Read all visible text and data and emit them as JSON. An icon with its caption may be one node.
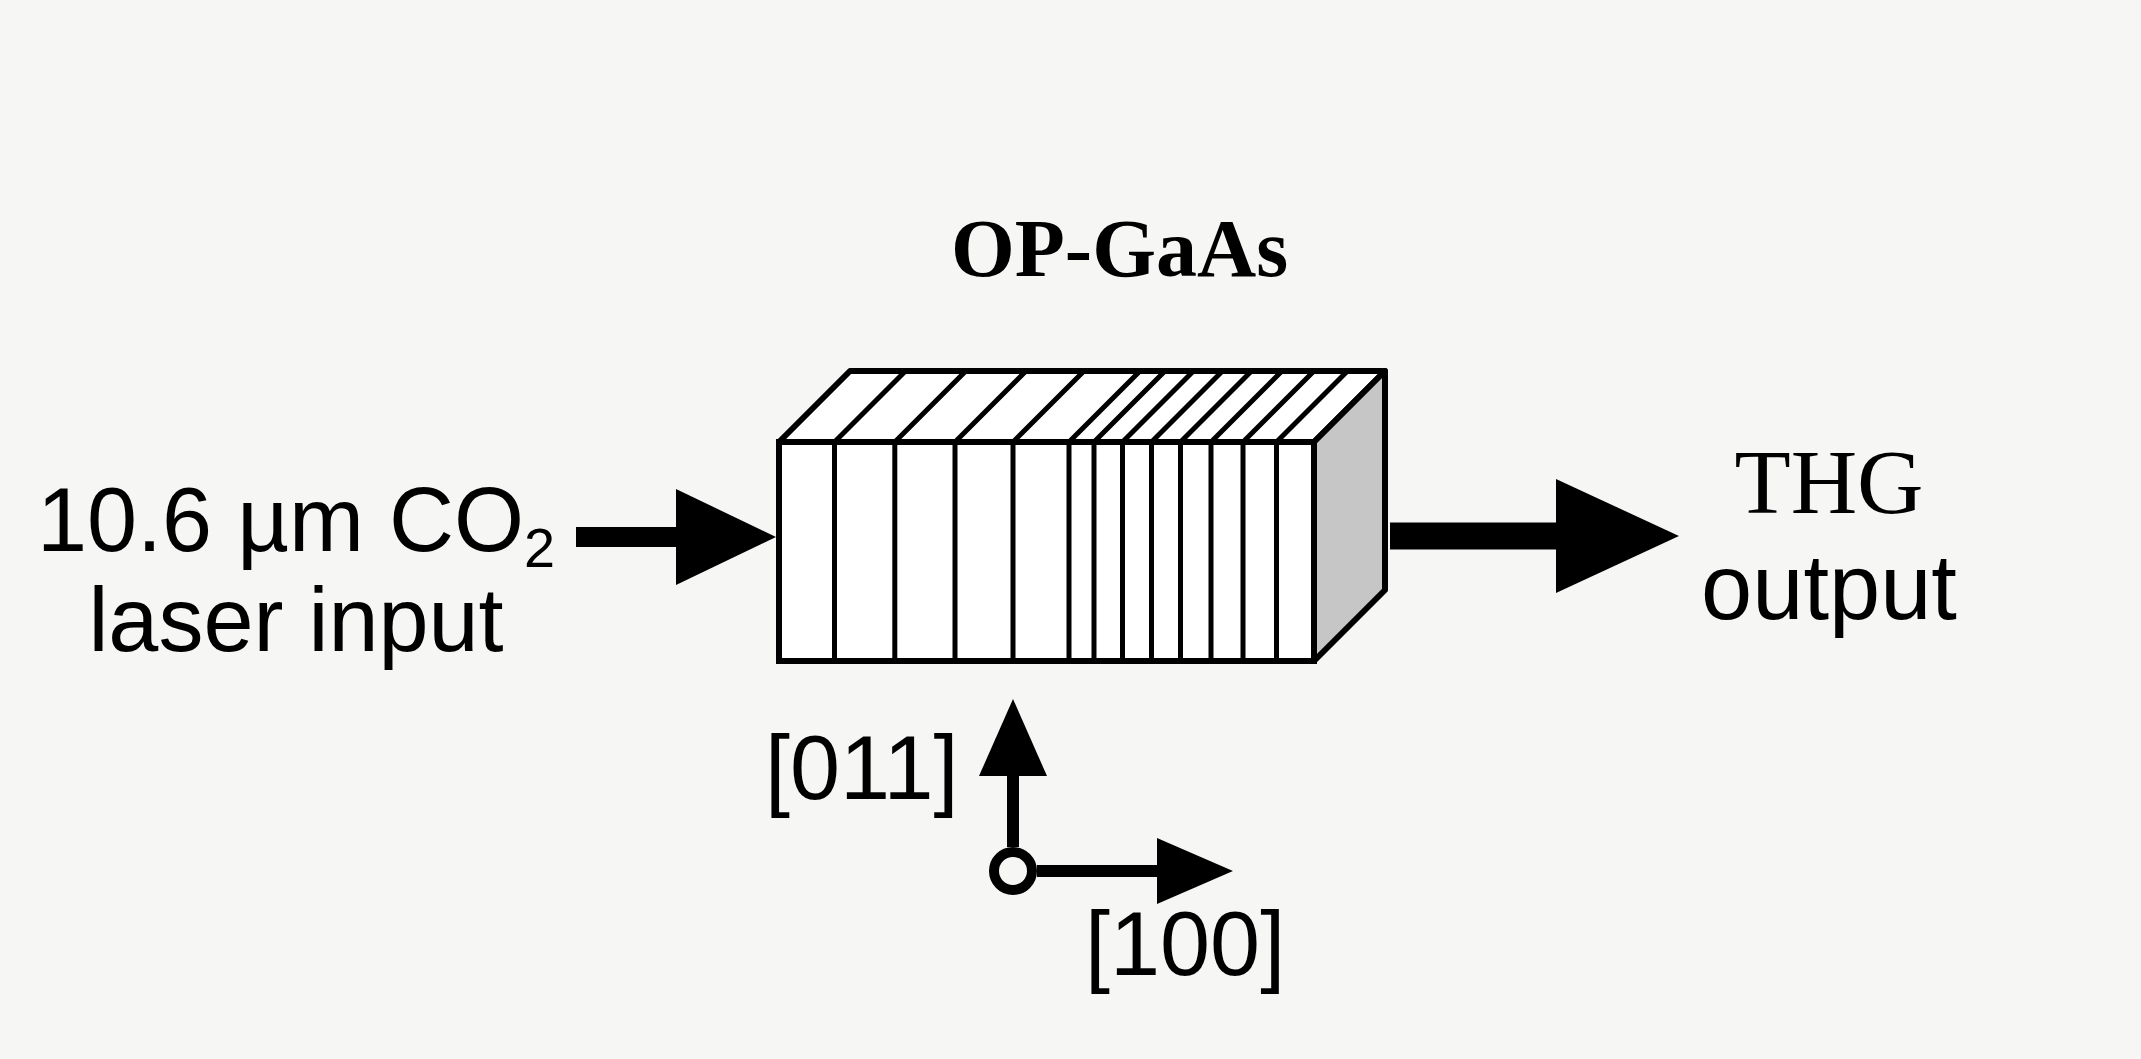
{
  "diagram": {
    "nodes": [
      {
        "text": [
          "10.6 µm CO$_{2}$ laser input"
        ]
      },
      {
        "text": [
          "OP-GaAs"
        ]
      },
      {
        "text": [
          "THG output"
        ]
      }
    ],
    "edges": [
      {
        "from": 0,
        "to": 1,
        "arrow": "to"
      },
      {
        "from": 1,
        "to": 2,
        "arrow": "to"
      }
    ],
    "labels": [
      "[011]",
      "[100]"
    ]
  }
}
